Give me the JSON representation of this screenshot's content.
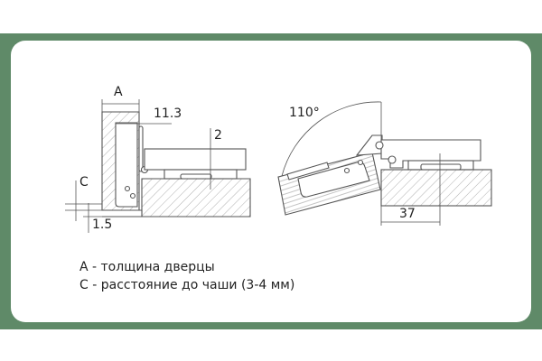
{
  "dimensions": {
    "a": "A",
    "c": "C",
    "d11": "11.3",
    "d2": "2",
    "d15": "1.5",
    "angle": "110°",
    "d37": "37"
  },
  "legend": [
    "A - толщина дверцы",
    "C - расстояние до чаши (3-4 мм)"
  ],
  "colors": {
    "frame": "#5f8a68",
    "line": "#555555",
    "hatch": "#9a9a9a"
  }
}
